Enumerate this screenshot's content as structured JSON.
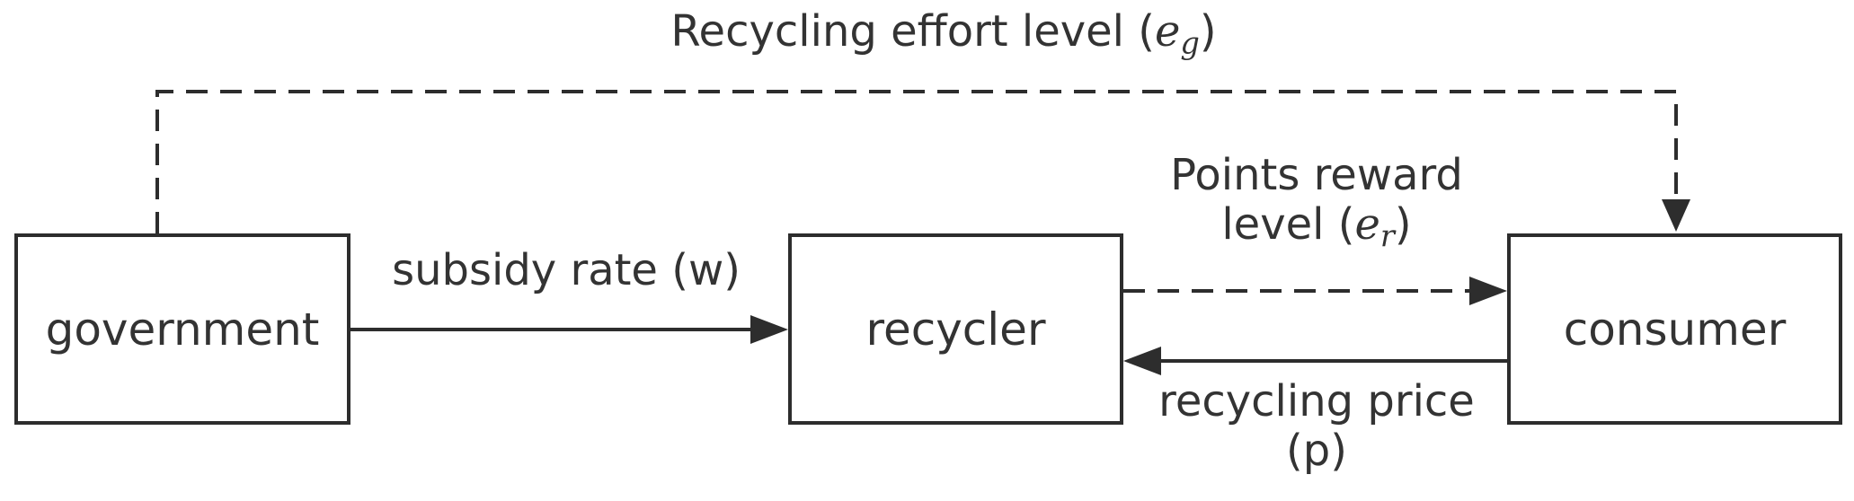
{
  "nodes": {
    "government": "government",
    "recycler": "recycler",
    "consumer": "consumer"
  },
  "edges": {
    "effort": {
      "prefix": "Recycling effort level (",
      "var": "e",
      "sub": "g",
      "suffix": ")"
    },
    "subsidy": {
      "text": "subsidy rate (w)"
    },
    "points": {
      "line1": "Points reward",
      "prefix": "level (",
      "var": "e",
      "sub": "r",
      "suffix": ")"
    },
    "price": {
      "line1": "recycling price",
      "line2": "(p)"
    }
  },
  "colors": {
    "stroke": "#2d2d2d",
    "text": "#333333"
  }
}
